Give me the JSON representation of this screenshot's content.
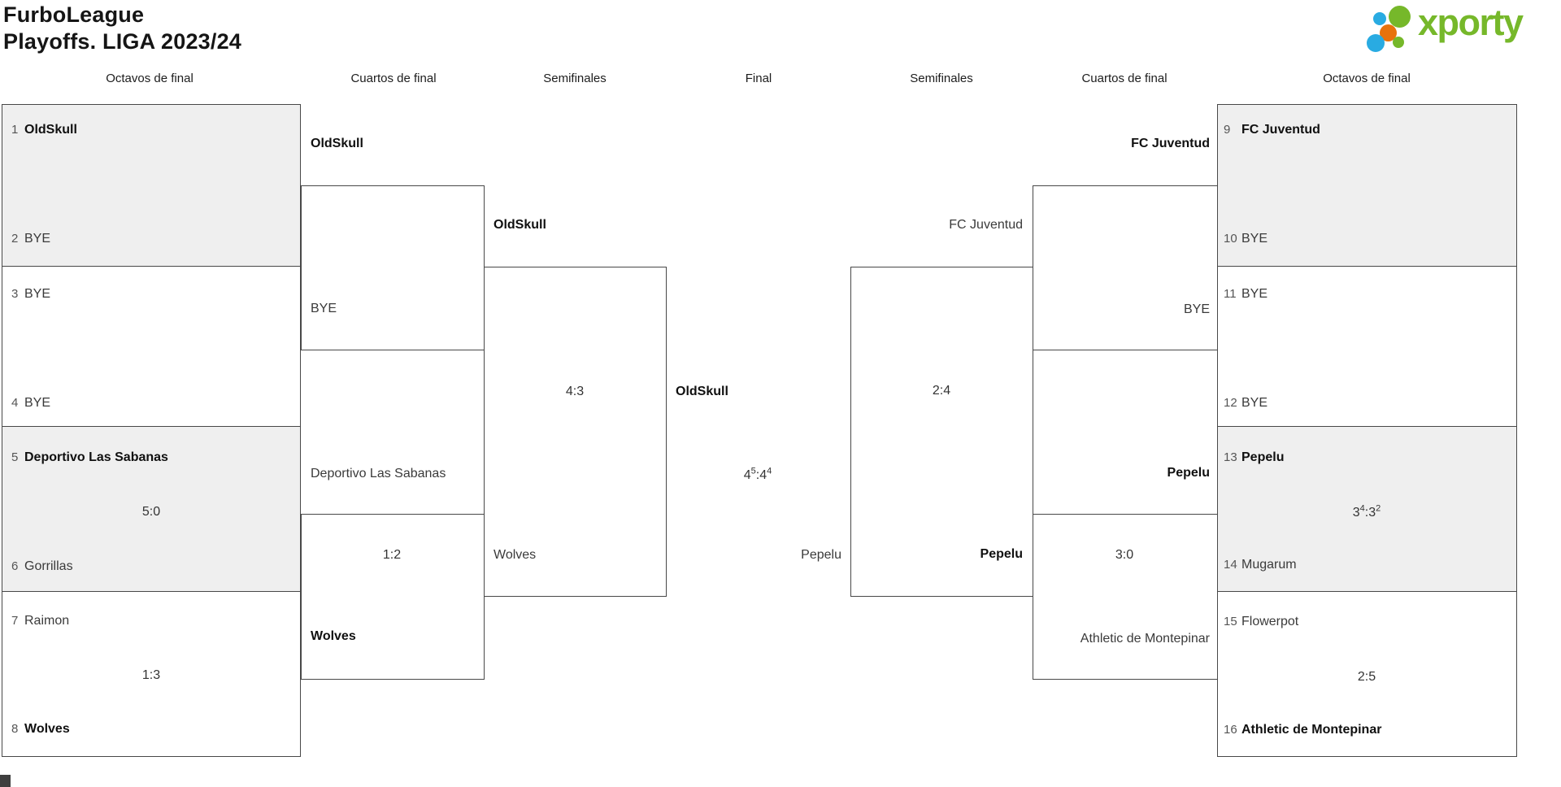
{
  "title": {
    "line1": "FurboLeague",
    "line2": "Playoffs. LIGA 2023/24"
  },
  "logo": {
    "wordmark": "xporty",
    "wordmark_color": "#76b82a",
    "dot_blue": "#29abe2",
    "dot_green": "#76b82a",
    "dot_orange": "#e8720c"
  },
  "rounds": {
    "r16_left": "Octavos de final",
    "qf_left": "Cuartos de final",
    "sf_left": "Semifinales",
    "final": "Final",
    "sf_right": "Semifinales",
    "qf_right": "Cuartos de final",
    "r16_right": "Octavos de final"
  },
  "r16_left": [
    {
      "seed1": "1",
      "team1": "OldSkull",
      "b1": true,
      "seed2": "2",
      "team2": "BYE",
      "b2": false,
      "score": ""
    },
    {
      "seed1": "3",
      "team1": "BYE",
      "b1": false,
      "seed2": "4",
      "team2": "BYE",
      "b2": false,
      "score": ""
    },
    {
      "seed1": "5",
      "team1": "Deportivo Las Sabanas",
      "b1": true,
      "seed2": "6",
      "team2": "Gorrillas",
      "b2": false,
      "score": "5:0"
    },
    {
      "seed1": "7",
      "team1": "Raimon",
      "b1": false,
      "seed2": "8",
      "team2": "Wolves",
      "b2": true,
      "score": "1:3"
    }
  ],
  "qf_left": [
    {
      "team1": "OldSkull",
      "b1": true,
      "team2": "BYE",
      "b2": false,
      "score": ""
    },
    {
      "team1": "Deportivo Las Sabanas",
      "b1": false,
      "team2": "Wolves",
      "b2": true,
      "score": "1:2"
    }
  ],
  "sf_left": {
    "team1": "OldSkull",
    "b1": true,
    "team2": "Wolves",
    "b2": false,
    "score": "4:3"
  },
  "final": {
    "team1": "OldSkull",
    "b1": true,
    "team2": "Pepelu",
    "b2": false,
    "score": {
      "g1": "4",
      "p1": "5",
      "colon": ":",
      "g2": "4",
      "p2": "4"
    }
  },
  "sf_right": {
    "team1": "FC Juventud",
    "b1": false,
    "team2": "Pepelu",
    "b2": true,
    "score": "2:4"
  },
  "qf_right": [
    {
      "team1": "FC Juventud",
      "b1": true,
      "team2": "BYE",
      "b2": false,
      "score": ""
    },
    {
      "team1": "Pepelu",
      "b1": true,
      "team2": "Athletic de Montepinar",
      "b2": false,
      "score": "3:0"
    }
  ],
  "r16_right": [
    {
      "seed1": "9",
      "team1": "FC Juventud",
      "b1": true,
      "seed2": "10",
      "team2": "BYE",
      "b2": false,
      "score": ""
    },
    {
      "seed1": "11",
      "team1": "BYE",
      "b1": false,
      "seed2": "12",
      "team2": "BYE",
      "b2": false,
      "score": ""
    },
    {
      "seed1": "13",
      "team1": "Pepelu",
      "b1": true,
      "seed2": "14",
      "team2": "Mugarum",
      "b2": false,
      "score": {
        "g1": "3",
        "p1": "4",
        "colon": ":",
        "g2": "3",
        "p2": "2"
      }
    },
    {
      "seed1": "15",
      "team1": "Flowerpot",
      "b1": false,
      "seed2": "16",
      "team2": "Athletic de Montepinar",
      "b2": true,
      "score": "2:5"
    }
  ]
}
